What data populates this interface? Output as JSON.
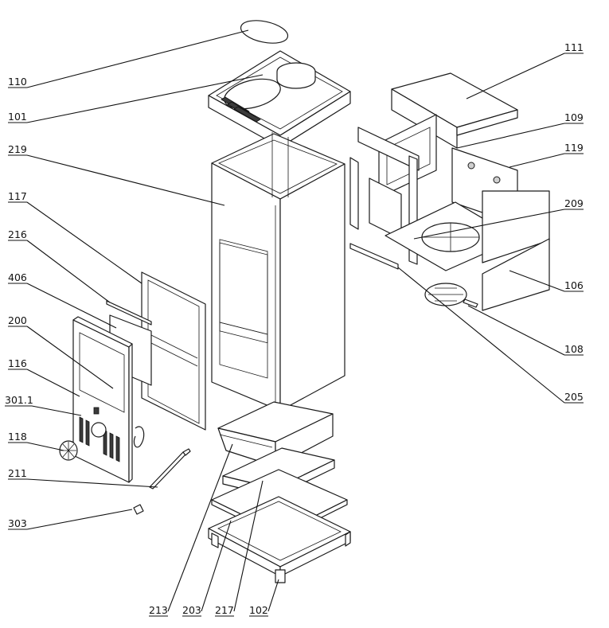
{
  "callouts": {
    "c110": "110",
    "c101": "101",
    "c219": "219",
    "c117": "117",
    "c216": "216",
    "c406": "406",
    "c200": "200",
    "c116": "116",
    "c301_1": "301.1",
    "c118": "118",
    "c211": "211",
    "c303": "303",
    "c213": "213",
    "c203": "203",
    "c217": "217",
    "c102": "102",
    "c111": "111",
    "c109": "109",
    "c119": "119",
    "c209": "209",
    "c106": "106",
    "c108": "108",
    "c205": "205"
  },
  "colors": {
    "line": "#1a1a1a",
    "shade": "#cfcfcf",
    "background": "#ffffff"
  }
}
